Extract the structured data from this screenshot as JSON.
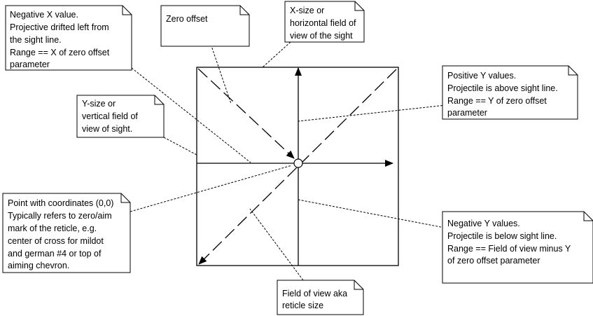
{
  "notes": {
    "negative_x": [
      "Negative X value.",
      "Projective drifted left from",
      "the sight line.",
      "Range == X of zero offset",
      "parameter"
    ],
    "zero_offset": [
      "Zero offset"
    ],
    "x_size": [
      "X-size or",
      "horizontal field of",
      "view of the sight"
    ],
    "positive_y": [
      "Positive Y values.",
      "Projectile is above sight line.",
      "Range == Y of zero offset",
      "parameter"
    ],
    "y_size": [
      "Y-size or",
      "vertical field of",
      "view of sight."
    ],
    "origin_point": [
      "Point with coordinates (0,0)",
      "Typically refers to zero/aim",
      "mark of the reticle, e.g.",
      "center of cross for mildot",
      "and german #4 or top of",
      "aiming chevron."
    ],
    "negative_y": [
      "Negative Y values.",
      "Projectile is below sight line.",
      "Range == Field of view minus Y",
      "of zero offset parameter"
    ],
    "field_of_view": [
      "Field of view aka",
      "reticle size"
    ]
  },
  "colors": {
    "line": "#000000",
    "note_fill": "#ffffff"
  }
}
